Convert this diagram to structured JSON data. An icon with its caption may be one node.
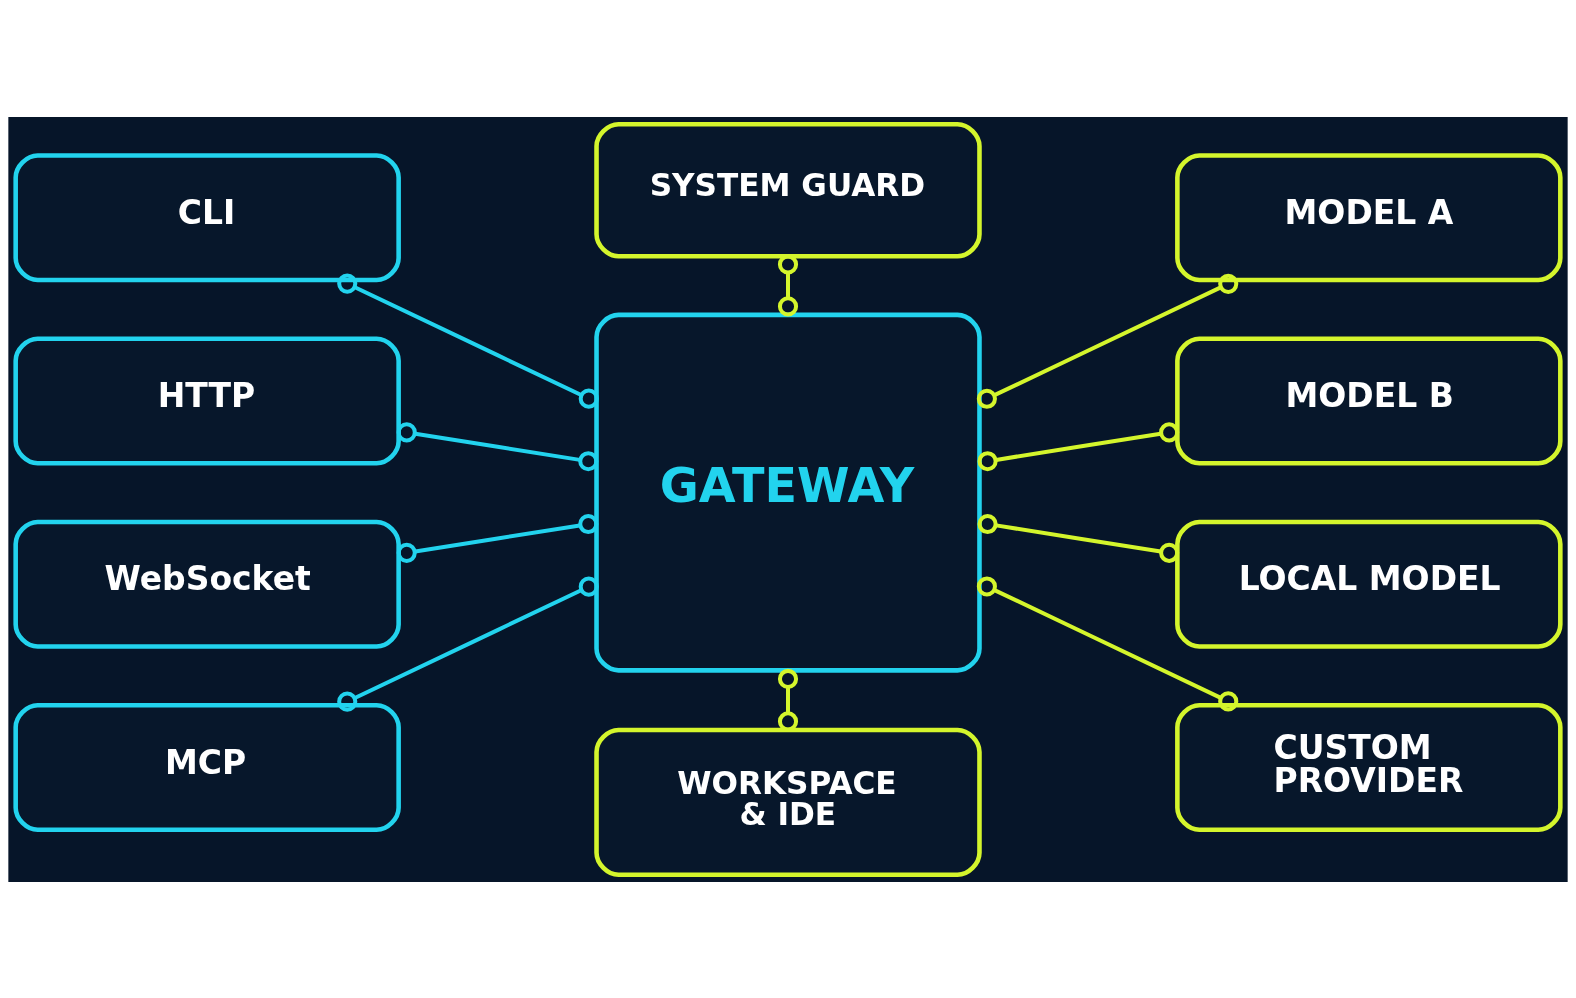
{
  "diagram": {
    "nodes": [
      {
        "text": [
          "SYSTEM GUARD"
        ]
      },
      {
        "text": [
          "CLI"
        ]
      },
      {
        "text": [
          "MODEL A"
        ]
      },
      {
        "text": [
          "GATEWAY"
        ]
      },
      {
        "text": [
          "HTTP"
        ]
      },
      {
        "text": [
          "MODEL B"
        ]
      },
      {
        "text": [
          "WebSocket"
        ]
      },
      {
        "text": [
          "LOCAL MODEL"
        ]
      },
      {
        "text": [
          "MCP"
        ]
      },
      {
        "text": [
          "CUSTOM PROVIDER"
        ]
      },
      {
        "text": [
          "WORKSPACE & IDE"
        ]
      }
    ],
    "edges": [
      {
        "from": 0,
        "to": 3,
        "arrow": "other"
      },
      {
        "from": 1,
        "to": 3,
        "arrow": "other",
        "color": "#22d3ee"
      },
      {
        "from": 4,
        "to": 3,
        "arrow": "other",
        "color": "#22d3ee"
      },
      {
        "from": 6,
        "to": 3,
        "arrow": "other",
        "color": "#22d3ee"
      },
      {
        "from": 8,
        "to": 3,
        "arrow": "other",
        "color": "#22d3ee"
      },
      {
        "from": 3,
        "to": 2,
        "arrow": "other"
      },
      {
        "from": 3,
        "to": 5,
        "arrow": "other"
      },
      {
        "from": 3,
        "to": 7,
        "arrow": "other"
      },
      {
        "from": 3,
        "to": 9,
        "arrow": "other"
      },
      {
        "from": 3,
        "to": 10,
        "arrow": "other"
      }
    ]
  }
}
